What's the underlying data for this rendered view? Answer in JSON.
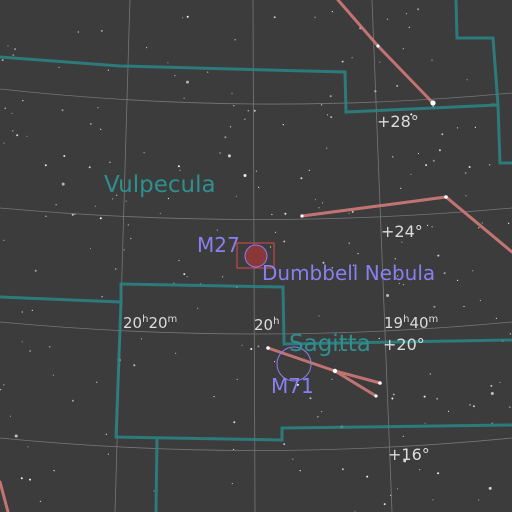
{
  "constellations": {
    "vulpecula": "Vulpecula",
    "sagitta": "Sagitta"
  },
  "declination_labels": {
    "d28": "+28°",
    "d24": "+24°",
    "d20": "+20°",
    "d16": "+16°"
  },
  "ra_labels": {
    "ra_2020": {
      "h": "20",
      "hs": "h",
      "m": "20",
      "ms": "m"
    },
    "ra_20": {
      "h": "20",
      "hs": "h"
    },
    "ra_1940": {
      "h": "19",
      "hs": "h",
      "m": "40",
      "ms": "m"
    }
  },
  "objects": {
    "m27": "M27",
    "m27_name": "Dumbbell Nebula",
    "m71": "M71"
  },
  "colors": {
    "background": "#3c3c3c",
    "grid": "#8a8a8a",
    "boundary": "#2a8585",
    "asterism": "#d07a78",
    "object_label": "#8b7ff0",
    "constellation_label": "#2f8f8f",
    "coordinate_label": "#dcdcdc"
  }
}
